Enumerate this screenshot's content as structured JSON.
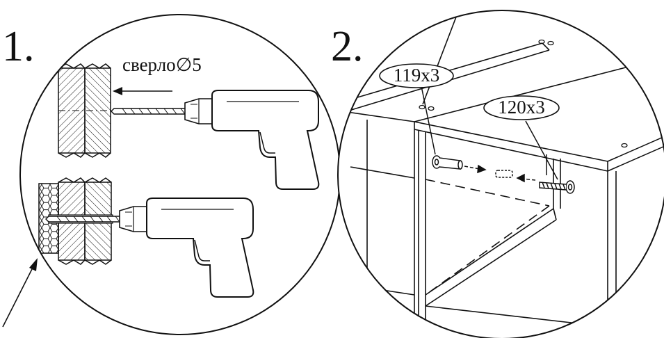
{
  "step1": {
    "number": "1.",
    "drill_label": "сверло",
    "drill_diameter": "∅5"
  },
  "step2": {
    "number": "2.",
    "part_a_label": "119x3",
    "part_b_label": "120x3"
  }
}
